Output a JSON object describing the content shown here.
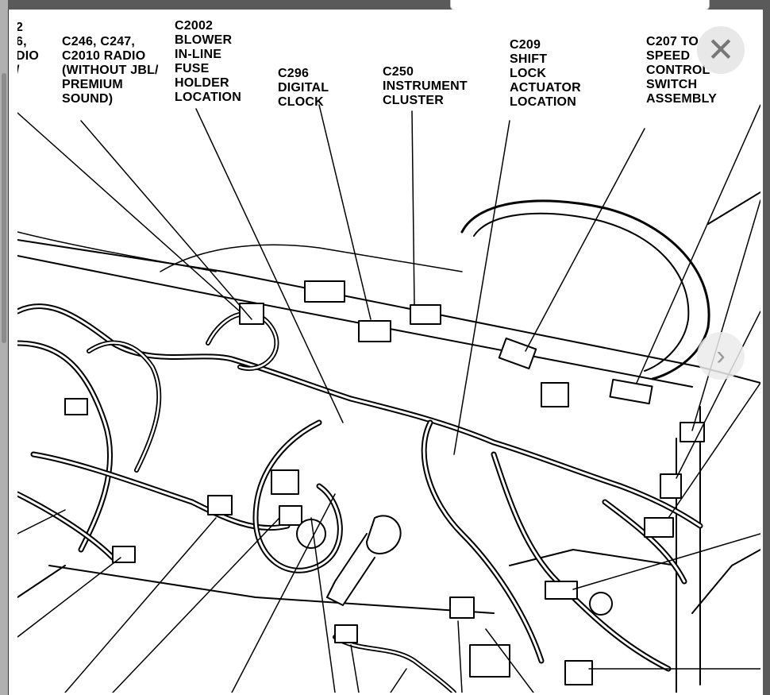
{
  "viewer": {
    "close_glyph": "✕",
    "next_glyph": "›"
  },
  "diagram": {
    "labels": [
      {
        "id": "cut-top-left",
        "text": "2\n6,\nDIO\n/"
      },
      {
        "id": "radio",
        "text": "C246, C247,\nC2010 RADIO\n(WITHOUT JBL/\nPREMIUM\nSOUND)"
      },
      {
        "id": "blower",
        "text": "C2002\nBLOWER\nIN-LINE\nFUSE\nHOLDER\nLOCATION"
      },
      {
        "id": "clock",
        "text": "C296\nDIGITAL\nCLOCK"
      },
      {
        "id": "cluster",
        "text": "C250\nINSTRUMENT\nCLUSTER"
      },
      {
        "id": "shift-lock",
        "text": "C209\nSHIFT\nLOCK\nACTUATOR\nLOCATION"
      },
      {
        "id": "speed-control",
        "text": "C207 TO\nSPEED\nCONTROL\nSWITCH\nASSEMBLY"
      }
    ]
  },
  "colors": {
    "ink": "#000000",
    "paper": "#ffffff",
    "backdrop": "#5a5a5a"
  }
}
